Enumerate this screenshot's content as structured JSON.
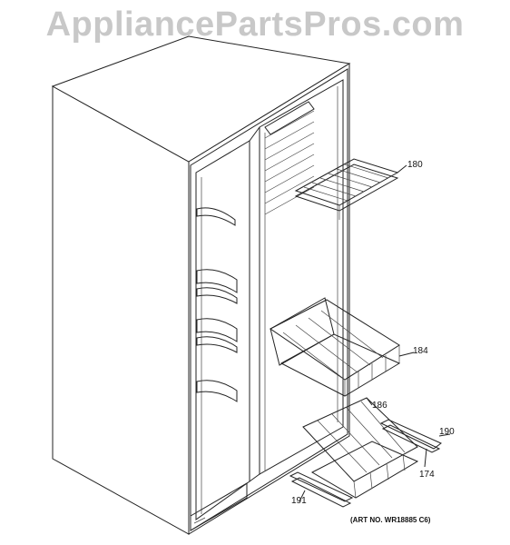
{
  "watermark": "AppliancePartsPros.com",
  "art_number": "(ART NO. WR18885 C6)",
  "callouts": {
    "c180": "180",
    "c184": "184",
    "c186": "186",
    "c190": "190",
    "c174": "174",
    "c191": "191"
  }
}
